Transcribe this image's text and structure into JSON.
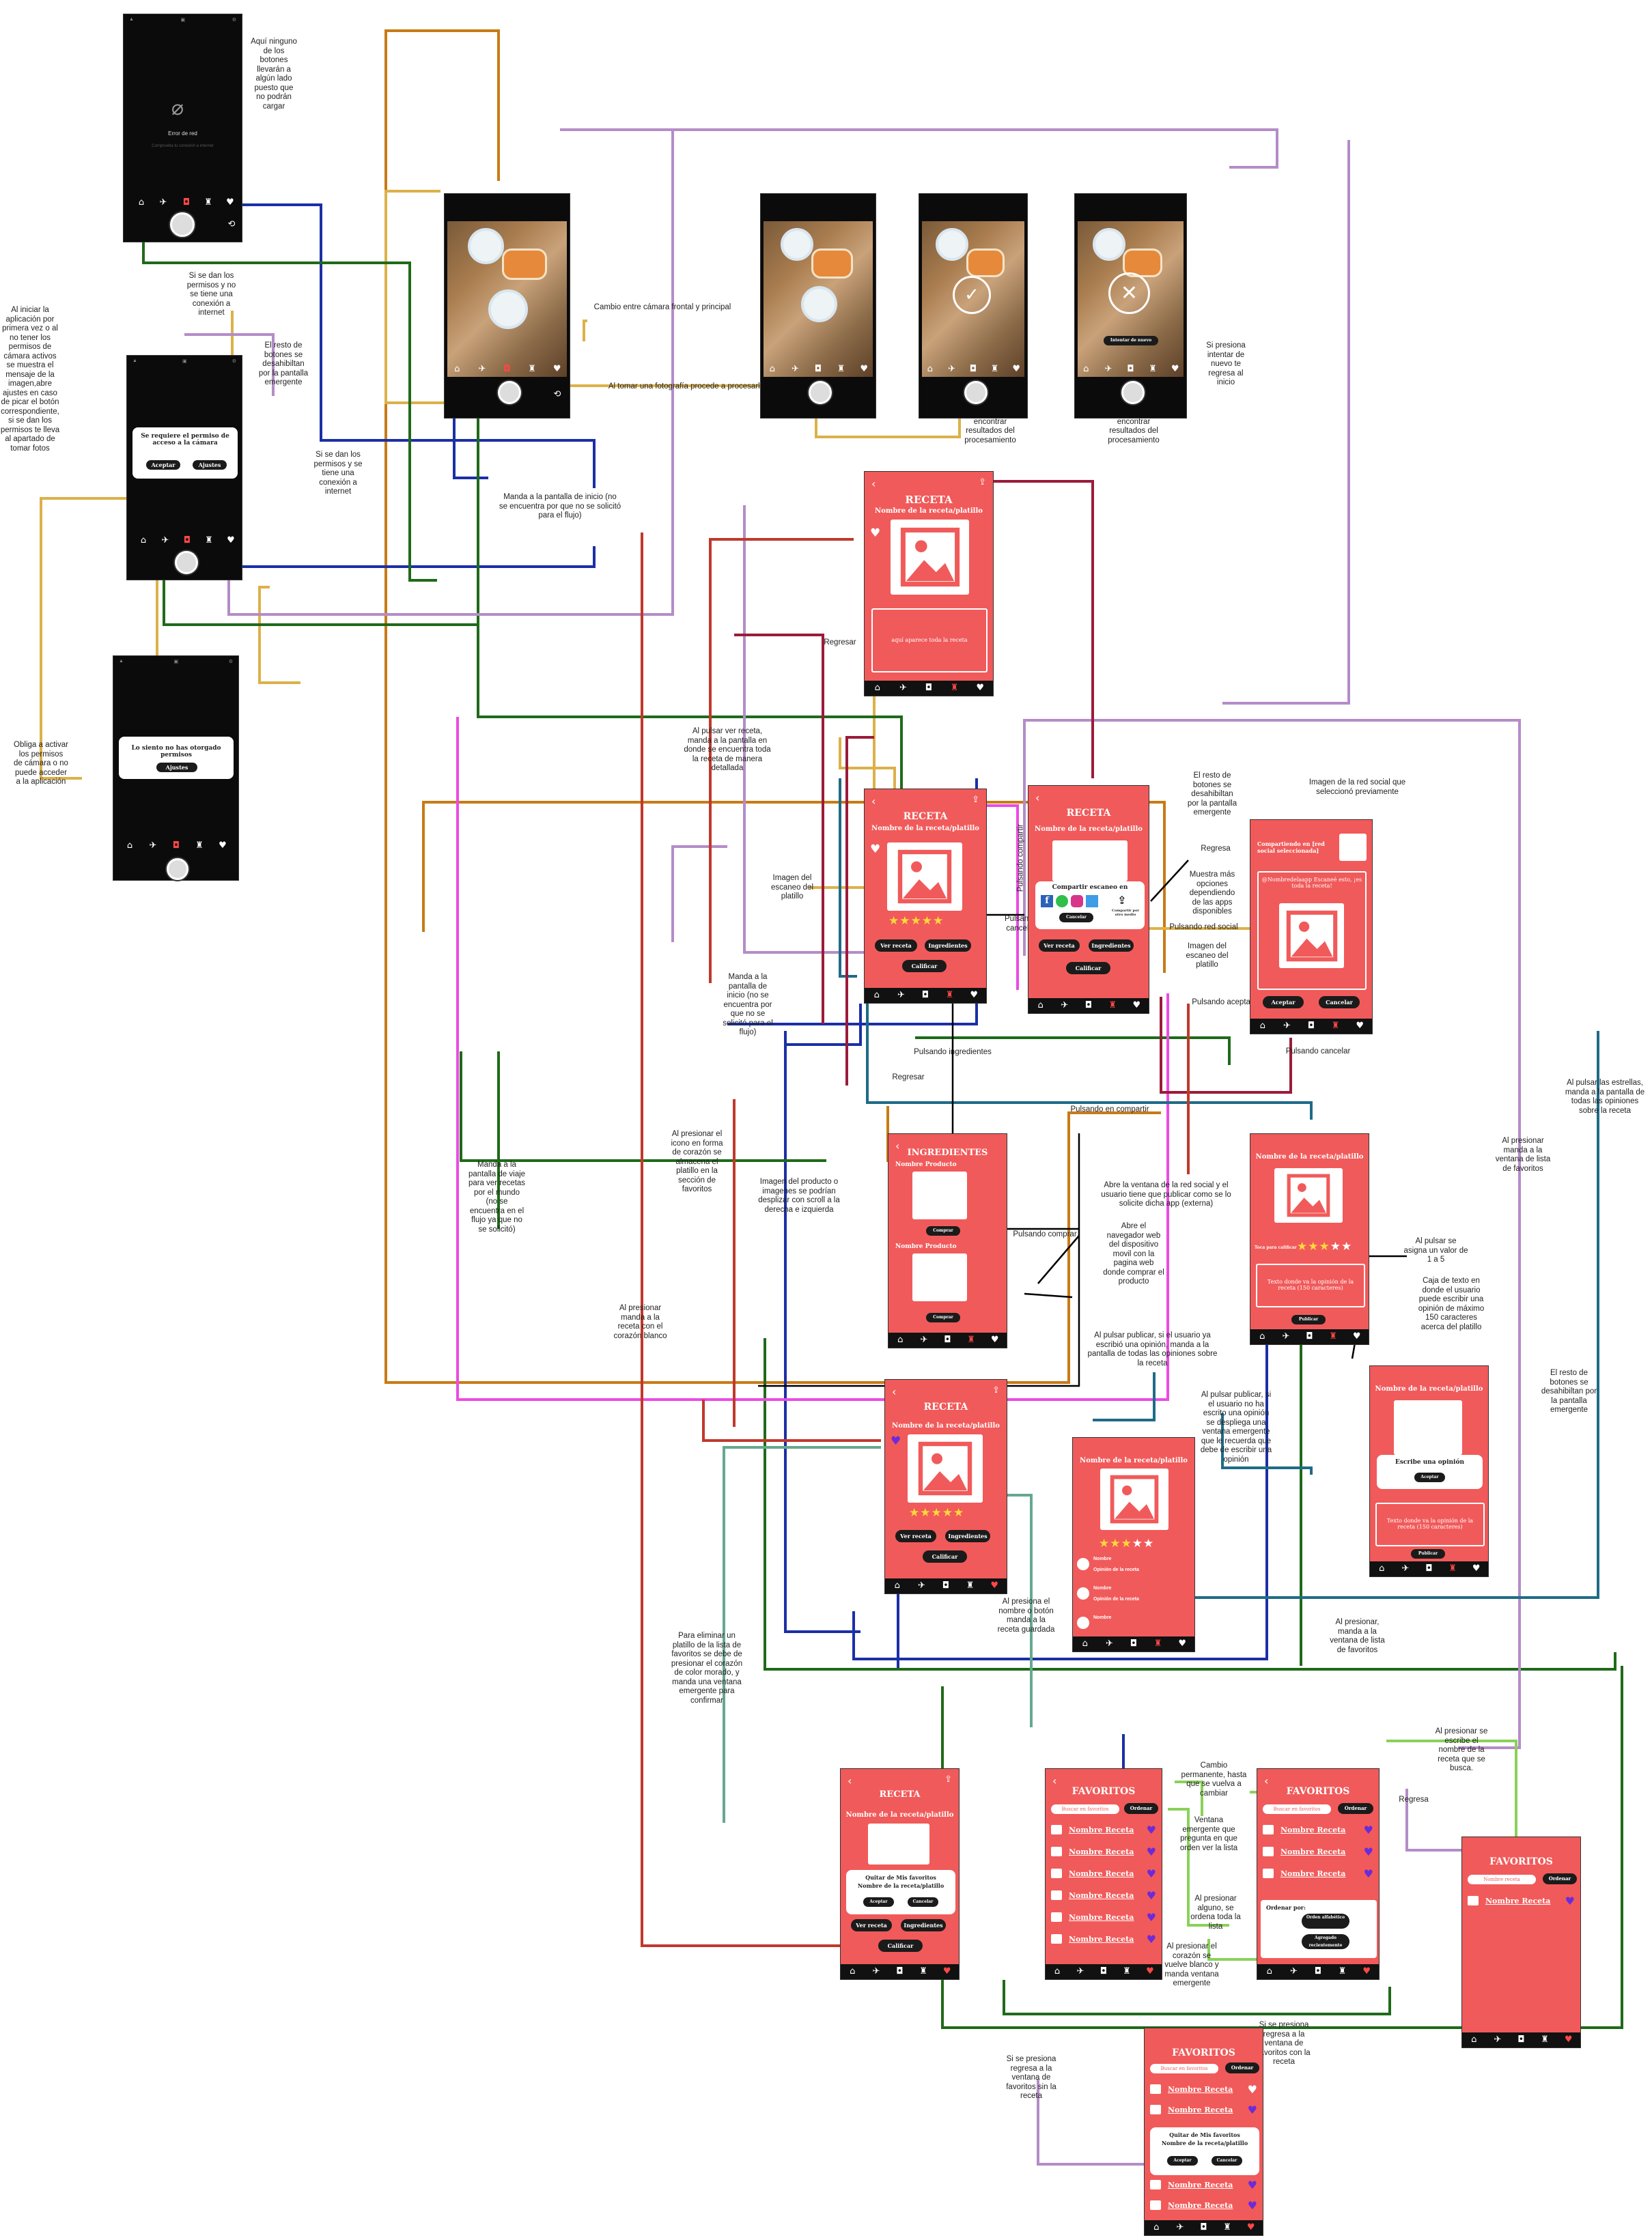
{
  "notes": {
    "network_none": "Aquí ninguno de los botones llevarán a algún lado puesto que no podrán cargar",
    "perm_nonet": "Si se dan los permisos y no se tiene una conexión a internet",
    "first_open": "Al iniciar la aplicación por primera vez o al no tener los permisos de cámara activos se muestra el mensaje de la imagen,abre ajustes en caso de picar el botón correspondiente, si se dan los permisos te lleva al apartado de tomar fotos",
    "rest_disabled": "El resto de botones se desahibiltan por la pantalla emergente",
    "perm_net": "Si se dan los permisos y se tiene una conexión a internet",
    "must_activate": "Obliga a activar los permisos de cámara o no puede acceder a la aplicación",
    "switch_cam": "Cambio entre cámara frontal y principal",
    "take_photo": "Al tomar una fotografía procede a procesarla",
    "found": "Si logra encontrar resultados del procesamiento",
    "not_found": "Si no logra encontrar resultados del procesamiento",
    "retry": "Si presiona intentar de nuevo te regresa al inicio",
    "home_map": "Manda a la pantalla de inicio (no se encuentra por que no se solicitó para el flujo)",
    "regresar1": "Regresar",
    "ver_receta": "Al pulsar ver receta, manda a la pantalla en donde se encuentra toda la receta de manera detallada",
    "img_scan": "Imagen del escaneo del platillo",
    "home_map2": "Manda a la pantalla de inicio (no se encuentra por que no se solicitó para el flujo)",
    "pulsando_compartir_v": "Pulsando compartir",
    "pulsando_cancelar": "Pulsando cancelar",
    "rest_disabled2": "El resto de botones se desahibiltan por la pantalla emergente",
    "regresa1": "Regresa",
    "more_options": "Muestra más opciones dependiendo de las apps disponibles",
    "social_image": "Imagen de la red social que seleccionó previamente",
    "pulsando_red": "Pulsando red social",
    "img_scan2": "Imagen del escaneo del platillo",
    "pulsando_aceptar": "Pulsando aceptar",
    "pulsando_cancelar2": "Pulsando cancelar",
    "pulsando_ingredientes": "Pulsando ingredientes",
    "regresar2": "Regresar",
    "pulsando_compartir_h": "Pulsando en compartir",
    "stars_note": "Al pulsar las estrellas, manda a la pantalla de todas las opiniones sobre la receta",
    "travel_map": "Manda a la pantalla de viaje para ver recetas por el mundo (no se encuentra en el flujo ya que no se solicitó)",
    "heart_save": "Al presionar el icono en forma de corazón se almacena el platillo en la sección de favoritos",
    "product_img": "Imagen del producto o imagenes se podrían desplizar con scroll a la derecha e izquierda",
    "pulsando_comprar": "Pulsando comprar",
    "open_browser": "Abre el navegador web del dispositivo movil con la pagina web donde comprar el producto",
    "open_social": "Abre la ventana de la red social y el usuario tiene que publicar como se lo solicite dicha app (externa)",
    "assign_stars": "Al pulsar se asigna un valor de 1 a 5",
    "text_box": "Caja de texto en donde el usuario puede escribir una opinión de máximo 150 caracteres acerca del platillo",
    "fav_sends1": "Al presionar manda a la ventana de lista de favoritos",
    "published": "Al pulsar publicar, si el usuario ya escribió una opinión, manda a la pantalla de todas las opiniones sobre la receta",
    "not_written": "Al pulsar publicar, si el usuario no ha escrito una opinión se despliega una ventana emergente que le recuerda que debe de escribir una opinión",
    "rest_disabled3": "El resto de botones se desahibiltan por la pantalla emergente",
    "white_heart": "Al presionar manda a la receta con el corazón blanco",
    "fav_sends2": "Al presionar, manda a la ventana de lista de favoritos",
    "open_saved": "Al presiona el nombre o botón manda a la receta guardada",
    "remove_fav": "Para eliminar un platillo de la lista de favoritos se debe de presionar el corazón de color morado, y manda una ventana emergente para confirmar",
    "search_name": "Al presionar se escribe el nombre de la receta que se busca.",
    "regresa2": "Regresa",
    "perm_change": "Cambio permanente, hasta que se vuelva a cambiar",
    "order_popup": "Ventana emergente que pregunta en que orden ver la lista",
    "order_pick": "Al presionar alguno, se ordena toda la lista",
    "heart_white": "Al presionar el corazón se vuelve blanco y manda ventana emergente",
    "back_no_recipe": "Si se presiona regresa a la ventana de favoritos sin la receta",
    "back_with_recipe": "Si se presiona regresa a la ventana de favoritos con la receta"
  },
  "screens": {
    "net_error": {
      "label": "Error de red",
      "hint": "Comprueba tu conexión a internet"
    },
    "perm_request": {
      "text": "Se requiere el permiso de acceso a la cámara",
      "accept": "Aceptar",
      "deny": "Ajustes"
    },
    "perm_denied": {
      "text": "Lo siento no has otorgado permisos",
      "btn": "Ajustes"
    },
    "retry": {
      "label": "Intentar de nuevo"
    },
    "receta_summary": {
      "title": "RECETA",
      "sub": "Nombre de la receta/platillo",
      "body": "aquí aparece toda la receta"
    },
    "receta_detail": {
      "title": "RECETA",
      "sub": "Nombre de la receta/platillo",
      "ver": "Ver receta",
      "ing": "Ingredientes",
      "cal": "Calificar"
    },
    "share": {
      "title": "RECETA",
      "sub": "Nombre de la receta/platillo",
      "share_title": "Compartir escaneo en",
      "cancel": "Cancelar",
      "more": "Compartir por otro medio",
      "ver": "Ver receta",
      "ing": "Ingredientes",
      "cal": "Calificar"
    },
    "social_post": {
      "title": "Compartiendo en [red social seleccionada]",
      "caption": "@Nombredelaapp Escaneé esto, ¡es toda la receta!",
      "accept": "Aceptar",
      "cancel": "Cancelar"
    },
    "ingredientes": {
      "title": "INGREDIENTES",
      "p1": "Nombre Producto",
      "p2": "Nombre Producto",
      "buy": "Comprar"
    },
    "calificar": {
      "sub": "Nombre de la receta/platillo",
      "rate": "Toca para calificar",
      "box": "Texto donde va la opinión de la receta (150 caracteres)",
      "publish": "Publicar"
    },
    "opinion_popup": {
      "sub": "Nombre de la receta/platillo",
      "msg": "Escribe una opinión",
      "ok": "Aceptar",
      "box": "Texto donde va la opinión de la receta (150 caracteres)",
      "publish": "Publicar"
    },
    "receta_fav": {
      "title": "RECETA",
      "sub": "Nombre de la receta/platillo",
      "ver": "Ver receta",
      "ing": "Ingredientes",
      "cal": "Calificar"
    },
    "opiniones": {
      "sub": "Nombre de la receta/platillo",
      "user": "Nombre",
      "op": "Opinión de la receta"
    },
    "receta_remove": {
      "title": "RECETA",
      "sub": "Nombre de la receta/platillo",
      "q": "Quitar de Mis favoritos",
      "name": "Nombre de la receta/platillo",
      "accept": "Aceptar",
      "cancel": "Cancelar",
      "ver": "Ver receta",
      "ing": "Ingredientes",
      "cal": "Calificar"
    },
    "favoritos": {
      "title": "FAVORITOS",
      "search": "Buscar en favoritos",
      "order": "Ordenar",
      "item": "Nombre Receta"
    },
    "favoritos_order": {
      "title": "FAVORITOS",
      "search": "Buscar en favoritos",
      "order": "Ordenar",
      "item": "Nombre Receta",
      "order_by": "Ordenar por:",
      "a": "Orden alfabético",
      "b": "Agregado recientemente"
    },
    "favoritos_search": {
      "title": "FAVORITOS",
      "search": "Nombre receta",
      "order": "Ordenar",
      "item": "Nombre Receta"
    },
    "favoritos_remove": {
      "title": "FAVORITOS",
      "search": "Buscar en favoritos",
      "order": "Ordenar",
      "item": "Nombre Receta",
      "q": "Quitar de Mis favoritos",
      "name": "Nombre de la receta/platillo",
      "accept": "Aceptar",
      "cancel": "Cancelar"
    }
  },
  "colors": {
    "screen_red": "#f15a5a",
    "fav_purple": "#6b2bd9",
    "stars": "#ffd93b"
  }
}
